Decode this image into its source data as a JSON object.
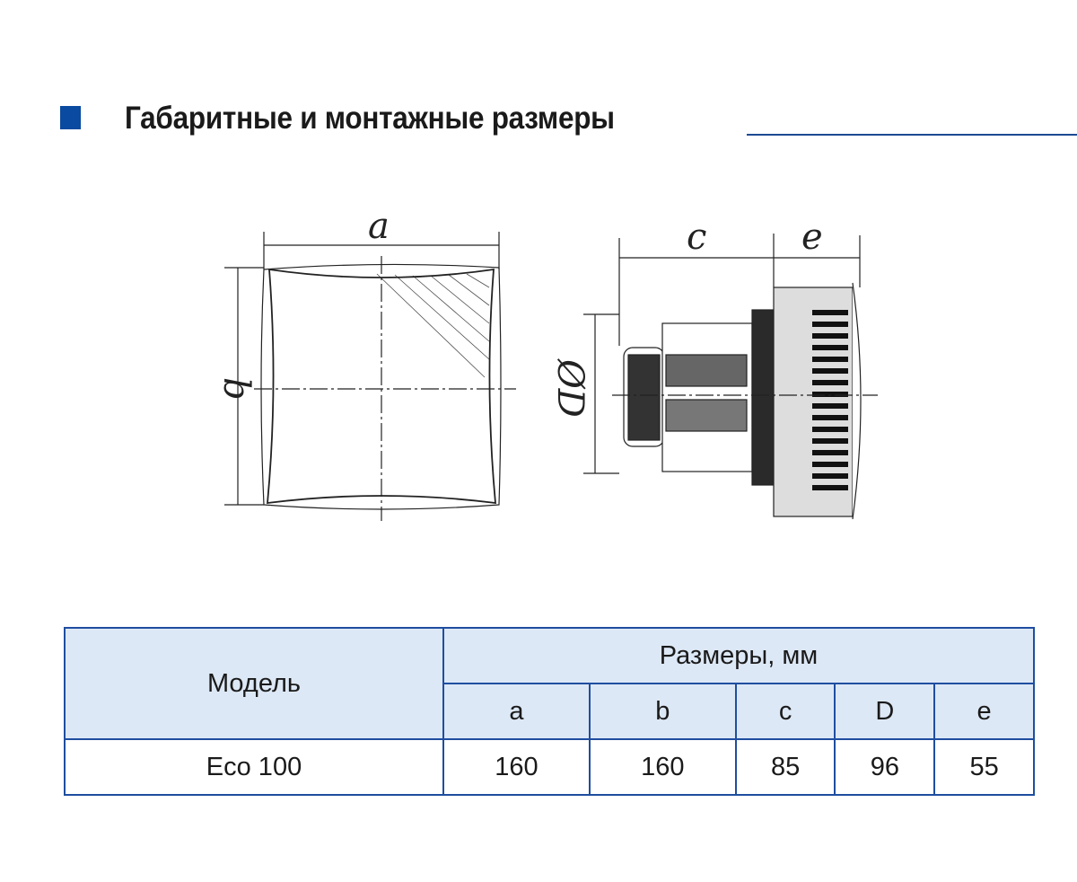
{
  "section": {
    "title": "Габаритные и монтажные размеры"
  },
  "drawing": {
    "labels": {
      "a": "a",
      "b": "b",
      "c": "c",
      "e": "e",
      "D": "ØD"
    }
  },
  "table": {
    "model_header": "Модель",
    "dims_header": "Размеры, мм",
    "columns": [
      "a",
      "b",
      "c",
      "D",
      "e"
    ],
    "rows": [
      {
        "model": "Eco 100",
        "values": [
          "160",
          "160",
          "85",
          "96",
          "55"
        ]
      }
    ]
  },
  "colors": {
    "accent": "#0a4aa0",
    "table_border": "#1f4ea0",
    "header_bg": "#dde8f6"
  }
}
